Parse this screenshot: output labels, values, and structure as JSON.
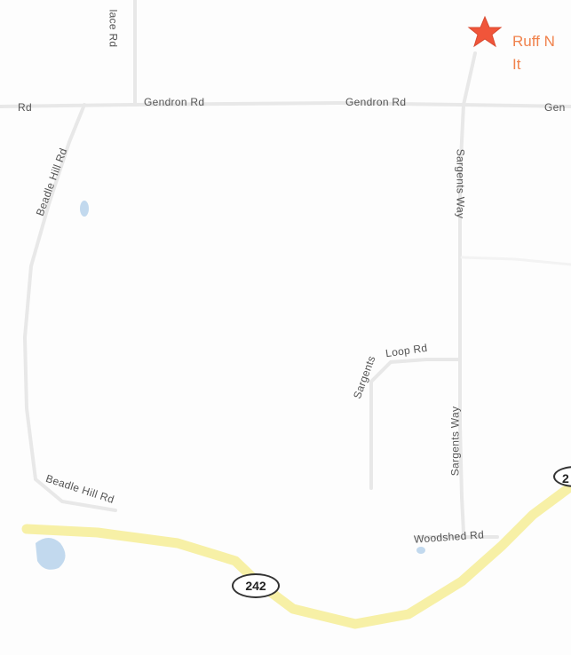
{
  "map": {
    "roads": {
      "gendron_left_cut": "Rd",
      "gendron_1": "Gendron Rd",
      "gendron_2": "Gendron Rd",
      "gendron_right_cut": "Gen",
      "place_rd_cut": "lace Rd",
      "beadle_hill_upper": "Beadle Hill Rd",
      "beadle_hill_lower": "Beadle Hill Rd",
      "sargents_way_upper": "Sargents Way",
      "sargents_way_lower": "Sargents Way",
      "sargents_loop_1": "Sargents",
      "sargents_loop_2": "Loop Rd",
      "woodshed_rd": "Woodshed Rd"
    },
    "shields": {
      "route_main": "242",
      "route_right_cut": "2"
    },
    "poi": {
      "name_line1": "Ruff N",
      "name_line2": "It",
      "icon": "star-marker-icon",
      "color": "#f0553a"
    },
    "colors": {
      "highway": "#f7f0a6",
      "water": "#c2d9ee",
      "road": "#eeeeee"
    }
  }
}
